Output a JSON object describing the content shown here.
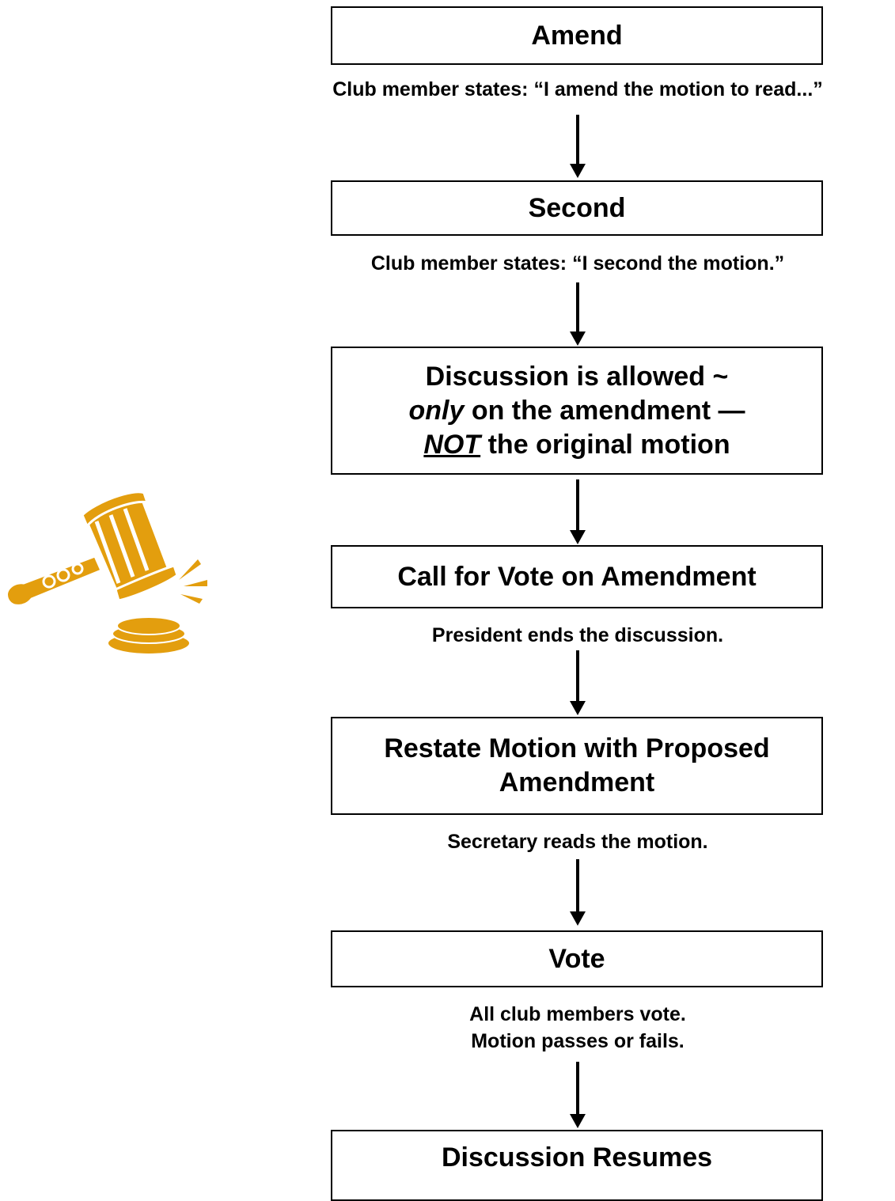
{
  "steps": {
    "amend": {
      "title": "Amend",
      "caption": "Club member states:  “I amend the motion to read...”"
    },
    "second": {
      "title": "Second",
      "caption": "Club member states:  “I second the motion.”"
    },
    "discussion": {
      "line1": "Discussion is allowed ~",
      "line2_em": "only",
      "line2_rest": " on the amendment —",
      "line3_em": "NOT",
      "line3_rest": " the original motion"
    },
    "call_vote": {
      "title": "Call for Vote on Amendment",
      "caption": "President ends the discussion."
    },
    "restate": {
      "line1": "Restate Motion with Proposed",
      "line2": "Amendment",
      "caption": "Secretary reads the motion."
    },
    "vote": {
      "title": "Vote",
      "caption_line1": "All club members vote.",
      "caption_line2": "Motion passes or fails."
    },
    "resumes": {
      "title": "Discussion Resumes"
    }
  },
  "colors": {
    "gavel": "#E39E0E",
    "stroke": "#000000",
    "background": "#FFFFFF"
  },
  "icons": [
    "gavel-icon"
  ]
}
